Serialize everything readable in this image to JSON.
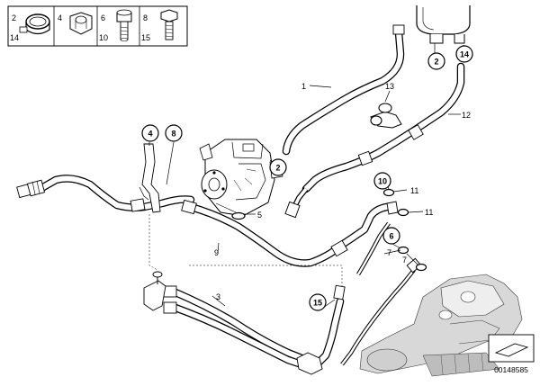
{
  "parts_box": {
    "cells": [
      {
        "top": "2",
        "bottom": "14"
      },
      {
        "top": "4",
        "bottom": ""
      },
      {
        "top": "6",
        "bottom": "10"
      },
      {
        "top": "8",
        "bottom": "15"
      }
    ]
  },
  "labels": {
    "l1": "1",
    "l3": "3",
    "l5": "5",
    "l7a": "7",
    "l7b": "7",
    "l9": "9",
    "l11a": "11",
    "l11b": "11",
    "l12": "12",
    "l13": "13"
  },
  "callouts": {
    "c2_top": "2",
    "c14_top": "14",
    "c4": "4",
    "c8": "8",
    "c2_pump": "2",
    "c10": "10",
    "c6": "6",
    "c15": "15"
  },
  "diagram_id": "00148585"
}
